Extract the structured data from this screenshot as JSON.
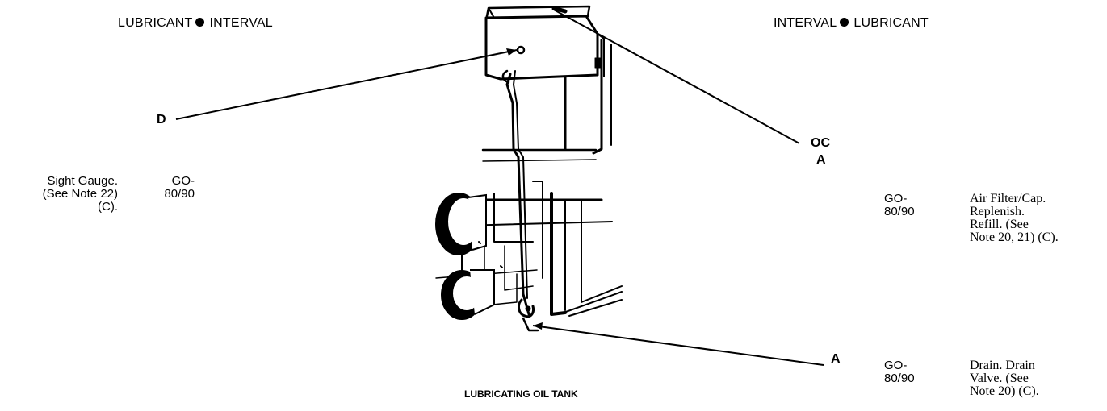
{
  "header": {
    "left_lubricant": "LUBRICANT",
    "left_interval": "INTERVAL",
    "right_interval": "INTERVAL",
    "right_lubricant": "LUBRICANT"
  },
  "callouts": {
    "d": "D",
    "oc": "OC",
    "a_upper": "A",
    "a_lower": "A"
  },
  "left_entry": {
    "description": [
      "Sight Gauge.",
      "(See Note 22)",
      "(C)."
    ],
    "lubricant": [
      "GO-",
      "80/90"
    ]
  },
  "right_entries": [
    {
      "lubricant": [
        "GO-",
        "80/90"
      ],
      "description": [
        "Air Filter/Cap.",
        "Replenish.",
        "Refill. (See",
        "Note 20, 21) (C)."
      ]
    },
    {
      "lubricant": [
        "GO-",
        "80/90"
      ],
      "description": [
        "Drain. Drain",
        "Valve. (See",
        "Note 20) (C)."
      ]
    }
  ],
  "caption": "LUBRICATING OIL TANK",
  "colors": {
    "ink": "#000000",
    "paper": "#ffffff"
  }
}
